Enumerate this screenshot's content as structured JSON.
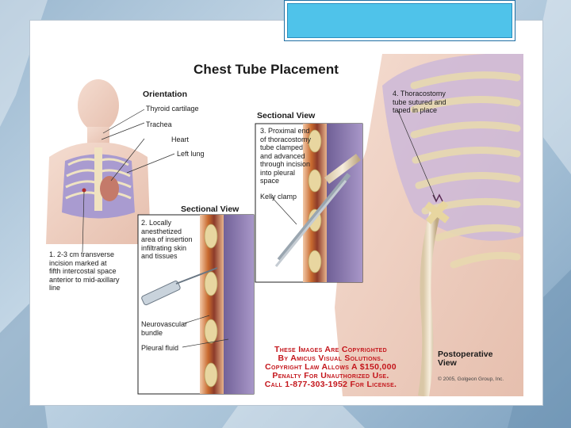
{
  "slide": {
    "title_placeholder_color": "#4fc3ea",
    "background_accent": "#9bb8d0"
  },
  "figure": {
    "title": "Chest Tube Placement",
    "orientation": {
      "heading": "Orientation",
      "labels": [
        "Thyroid cartilage",
        "Trachea",
        "Heart",
        "Left lung"
      ],
      "step1": "1. 2-3 cm transverse\nincision marked at\nfifth intercostal space\nanterior to mid-axillary\nline"
    },
    "sectional_view_top": {
      "heading": "Sectional View",
      "step3": "3. Proximal end\nof thoracostomy\ntube clamped\nand advanced\nthrough incision\ninto pleural\nspace",
      "kelly_clamp": "Kelly clamp"
    },
    "sectional_view_bottom": {
      "heading": "Sectional View",
      "step2": "2. Locally\nanesthetized\narea of insertion\ninfiltrating skin\nand tissues",
      "neurovascular": "Neurovascular\nbundle",
      "pleural_fluid": "Pleural fluid"
    },
    "postoperative": {
      "step4": "4. Thoracostomy\ntube sutured and\ntaped in place",
      "label": "Postoperative\nView",
      "credit": "© 2005, Golgeon Group, Inc."
    },
    "copyright_notice": "These Images Are Copyrighted\nBy Amicus Visual Solutions.\nCopyright Law Allows A $150,000\nPenalty For Unauthorized Use.\nCall 1-877-303-1952 For License."
  }
}
